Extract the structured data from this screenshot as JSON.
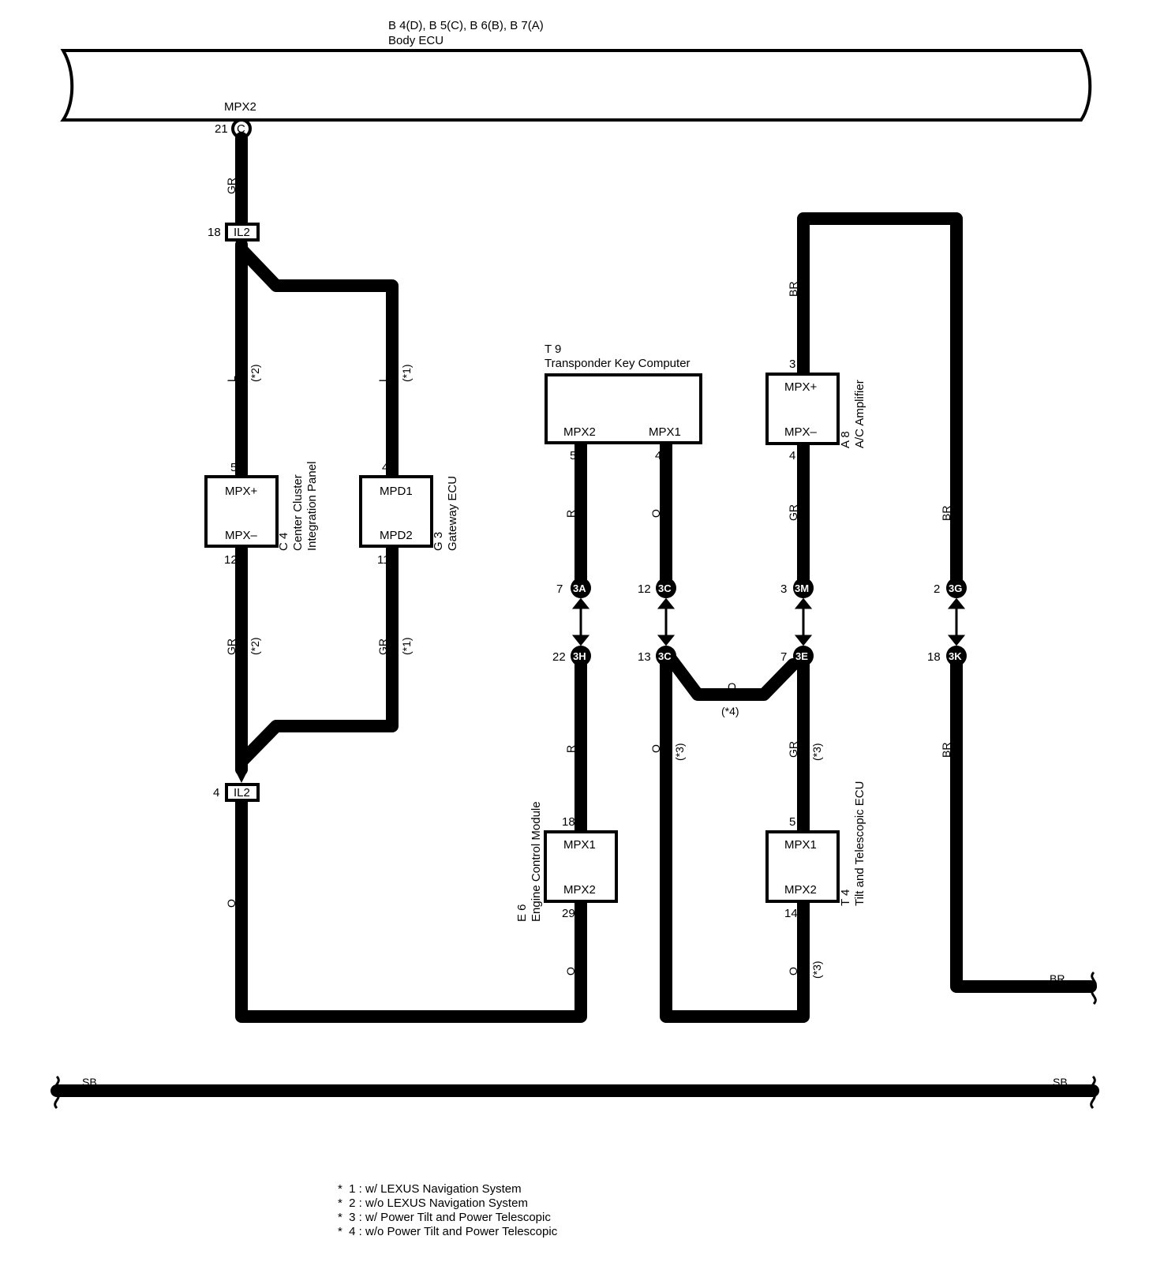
{
  "header": {
    "connectors": "B 4(D), B 5(C), B 6(B), B 7(A)",
    "component": "Body ECU"
  },
  "body_ecu": {
    "pin": "21",
    "connector": "C",
    "terminal": "MPX2"
  },
  "junctions": {
    "il2_top": {
      "pin": "18",
      "label": "IL2"
    },
    "il2_bottom": {
      "pin": "4",
      "label": "IL2"
    }
  },
  "components": {
    "c4": {
      "code": "C 4",
      "name_line1": "Center Cluster",
      "name_line2": "Integration Panel",
      "top": "MPX+",
      "bottom": "MPX–",
      "pin_top": "5",
      "pin_bottom": "12"
    },
    "g3": {
      "code": "G 3",
      "name": "Gateway ECU",
      "top": "MPD1",
      "bottom": "MPD2",
      "pin_top": "4",
      "pin_bottom": "11"
    },
    "t9": {
      "code": "T 9",
      "name": "Transponder Key Computer",
      "left": "MPX2",
      "right": "MPX1",
      "pin_left": "5",
      "pin_right": "4"
    },
    "a8": {
      "code": "A 8",
      "name": "A/C Amplifier",
      "top": "MPX+",
      "bottom": "MPX–",
      "pin_top": "3",
      "pin_bottom": "4"
    },
    "e6": {
      "code": "E 6",
      "name": "Engine Control Module",
      "top": "MPX1",
      "bottom": "MPX2",
      "pin_top": "18",
      "pin_bottom": "29"
    },
    "t4": {
      "code": "T 4",
      "name": "Tilt and Telescopic ECU",
      "top": "MPX1",
      "bottom": "MPX2",
      "pin_top": "5",
      "pin_bottom": "14"
    }
  },
  "connectors": {
    "c3a": {
      "pin": "7",
      "label": "3A"
    },
    "c3c_top": {
      "pin": "12",
      "label": "3C"
    },
    "c3m": {
      "pin": "3",
      "label": "3M"
    },
    "c3g": {
      "pin": "2",
      "label": "3G"
    },
    "c3h": {
      "pin": "22",
      "label": "3H"
    },
    "c3c_bottom": {
      "pin": "13",
      "label": "3C"
    },
    "c3e": {
      "pin": "7",
      "label": "3E"
    },
    "c3k": {
      "pin": "18",
      "label": "3K"
    }
  },
  "wire_colors": {
    "gr": "GR",
    "l": "L",
    "r": "R",
    "o": "O",
    "br": "BR",
    "sb": "SB"
  },
  "variant_marks": {
    "v1": "(*1)",
    "v2": "(*2)",
    "v3": "(*3)",
    "v4": "(*4)"
  },
  "notes": [
    "*  1 : w/ LEXUS Navigation System",
    "*  2 : w/o LEXUS Navigation System",
    "*  3 : w/ Power Tilt and Power Telescopic",
    "*  4 : w/o Power Tilt and Power Telescopic"
  ]
}
